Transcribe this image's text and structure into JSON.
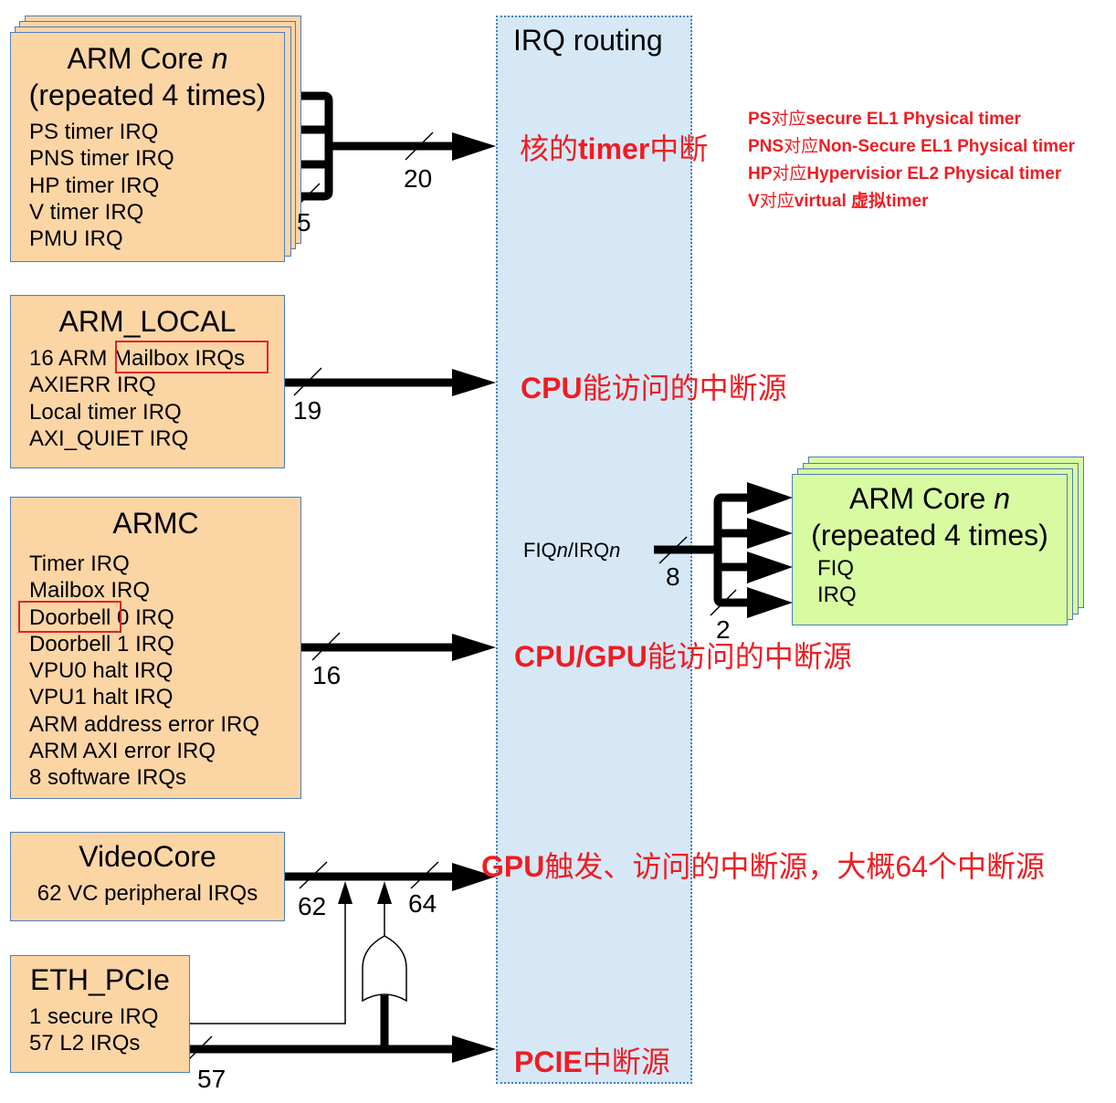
{
  "routing": {
    "title": "IRQ routing"
  },
  "sources": {
    "arm_core": {
      "title_main": "ARM Core ",
      "title_var": "n",
      "subtitle": "(repeated 4 times)",
      "items": [
        "PS timer IRQ",
        "PNS timer IRQ",
        "HP timer IRQ",
        "V timer IRQ",
        "PMU IRQ"
      ],
      "bus_in_width": "5",
      "bus_out_width": "20"
    },
    "arm_local": {
      "title": "ARM_LOCAL",
      "item0_prefix": "16 ARM ",
      "item0_highlight": "Mailbox IRQs",
      "items": [
        "AXIERR IRQ",
        "Local timer IRQ",
        "AXI_QUIET IRQ"
      ],
      "bus_width": "19"
    },
    "armc": {
      "title": "ARMC",
      "items": [
        "Timer IRQ",
        "Mailbox IRQ"
      ],
      "item2_highlight": "Doorbell",
      "item2_suffix": " 0 IRQ",
      "items_rest": [
        "Doorbell 1 IRQ",
        "VPU0 halt IRQ",
        "VPU1 halt IRQ",
        "ARM address error IRQ",
        "ARM AXI error IRQ",
        "8 software IRQs"
      ],
      "bus_width": "16"
    },
    "videocore": {
      "title": "VideoCore",
      "items": [
        "62 VC peripheral IRQs"
      ],
      "bus_width": "62",
      "merged_bus_width": "64"
    },
    "eth_pcie": {
      "title": "ETH_PCIe",
      "items": [
        "1 secure IRQ",
        "57 L2 IRQs"
      ],
      "bus_width": "57"
    }
  },
  "destination": {
    "signal_label_a": "FIQ",
    "signal_label_var_a": "n",
    "signal_label_sep": "/IRQ",
    "signal_label_var_b": "n",
    "bus_in_width": "8",
    "bus_out_width": "2",
    "arm_core": {
      "title_main": "ARM Core ",
      "title_var": "n",
      "subtitle": "(repeated 4 times)",
      "items": [
        "FIQ",
        "IRQ"
      ]
    }
  },
  "annotations": {
    "core_timer": {
      "pre": "核的",
      "bold": "timer",
      "post": "中断"
    },
    "cpu_access": {
      "bold": "CPU",
      "post": "能访问的中断源"
    },
    "cpu_gpu_access": {
      "bold": "CPU/GPU",
      "post": "能访问的中断源"
    },
    "gpu_trigger": {
      "bold": "GPU",
      "post": "触发、访问的中断源，大概64个中断源"
    },
    "pcie": {
      "bold": "PCIE",
      "post": "中断源"
    },
    "timer_notes": [
      {
        "a": "PS",
        "b": "对应",
        "c": "secure EL1 Physical timer"
      },
      {
        "a": "PNS",
        "b": "对应",
        "c": "Non-Secure EL1 Physical timer"
      },
      {
        "a": "HP",
        "b": "对应",
        "c": "Hypervisior EL2 Physical timer"
      },
      {
        "a": "V",
        "b": "对应",
        "c": "virtual 虚拟timer"
      }
    ]
  },
  "colors": {
    "source_fill": "#fcd5a5",
    "dest_fill": "#d8fba2",
    "routing_fill": "#d6e8f6",
    "border": "#4a7ebb",
    "annotation_red": "#ee1d23"
  }
}
